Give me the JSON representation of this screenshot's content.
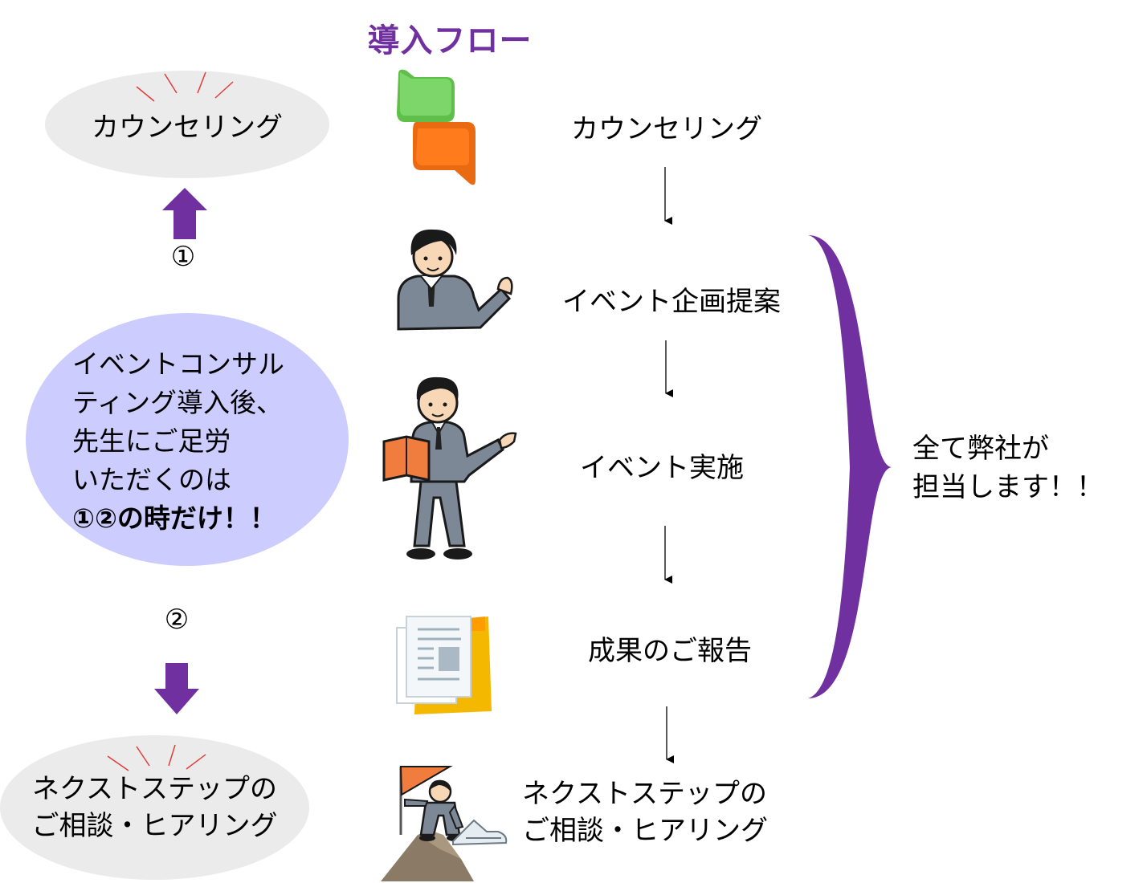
{
  "title": "導入フロー",
  "left": {
    "top_bubble": "カウンセリング",
    "marker_1": "①",
    "marker_2": "②",
    "middle_lines": [
      "イベントコンサル",
      "ティング導入後、",
      "先生にご足労",
      "いただくのは"
    ],
    "middle_bold": "①②の時だけ！！",
    "bottom_bubble_lines": [
      "ネクストステップの",
      "ご相談・ヒアリング"
    ]
  },
  "steps": [
    {
      "label": "カウンセリング",
      "icon": "speech-bubbles-icon"
    },
    {
      "label": "イベント企画提案",
      "icon": "presenter-icon"
    },
    {
      "label": "イベント実施",
      "icon": "teacher-icon"
    },
    {
      "label": "成果のご報告",
      "icon": "documents-icon"
    },
    {
      "label_lines": [
        "ネクストステップの",
        "ご相談・ヒアリング"
      ],
      "icon": "mountain-flag-icon"
    }
  ],
  "brace_note_lines": [
    "全て弊社が",
    "担当します！！"
  ],
  "colors": {
    "accent": "#7030A0",
    "bubble_gray": "#ebebeb",
    "bubble_lavender": "#ccccff",
    "burst_red": "#e23c3c"
  }
}
